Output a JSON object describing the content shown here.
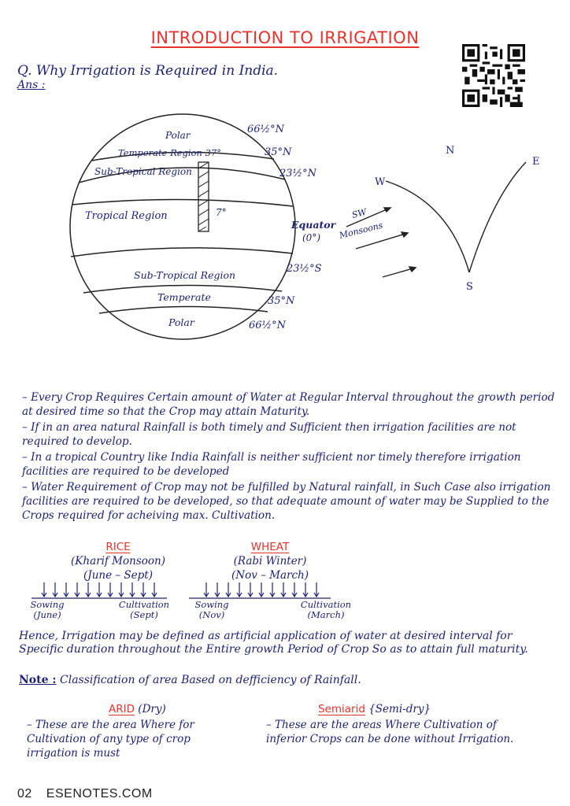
{
  "title": "INTRODUCTION TO IRRIGATION",
  "question": "Q. Why Irrigation is Required in India.",
  "answer_label": "Ans :",
  "globe": {
    "bands": [
      {
        "label": "Polar",
        "lat": "66½°N"
      },
      {
        "label": "Temperate Region 37°",
        "lat": "35°N"
      },
      {
        "label": "Sub-Tropical Region",
        "lat": "23½°N"
      },
      {
        "label": "Tropical Region",
        "lat": ""
      },
      {
        "label": "Sub-Tropical Region",
        "lat": "23½°S"
      },
      {
        "label": "Temperate",
        "lat": "35°N"
      },
      {
        "label": "Polar",
        "lat": "66½°N"
      }
    ],
    "angle_7": "7°",
    "equator": "Equator",
    "equator_deg": "(0°)",
    "monsoon_1": "SW",
    "monsoon_2": "Monsoons"
  },
  "compass": {
    "n": "N",
    "e": "E",
    "w": "W",
    "s": "S"
  },
  "bullets": [
    "– Every Crop Requires Certain amount of Water at Regular Interval throughout the growth period at desired time so that the Crop may attain Maturity.",
    "– If in an area natural Rainfall is both timely and Sufficient then irrigation facilities are not required to develop.",
    "– In a tropical Country like India Rainfall is neither sufficient nor timely therefore irrigation facilities are required to be developed",
    "– Water Requirement of Crop may not be fulfilled by Natural rainfall, in Such Case also irrigation facilities are required to be developed, so that adequate amount of water may be Supplied to the Crops required for acheiving max. Cultivation."
  ],
  "rice": {
    "name": "RICE",
    "season": "(Kharif Monsoon)",
    "months": "(June – Sept)",
    "sowing": "Sowing",
    "sowing_month": "(June)",
    "cultivation": "Cultivation",
    "cultivation_month": "(Sept)"
  },
  "wheat": {
    "name": "WHEAT",
    "season": "(Rabi Winter)",
    "months": "(Nov – March)",
    "sowing": "Sowing",
    "sowing_month": "(Nov)",
    "cultivation": "Cultivation",
    "cultivation_month": "(March)"
  },
  "definition": "Hence, Irrigation may be defined as artificial application of water at desired interval for Specific duration throughout the Entire growth Period of Crop So as to attain full maturity.",
  "note_label": "Note :",
  "note_text": "Classification of area Based on defficiency of Rainfall.",
  "arid": {
    "name": "ARID",
    "sub": "(Dry)",
    "text": "– These are the area Where for Cultivation of any type of crop irrigation is must"
  },
  "semiarid": {
    "name": "Semiarid",
    "sub": "{Semi-dry}",
    "text": "– These are the areas Where Cultivation of inferior Crops can be done without Irrigation."
  },
  "footer": {
    "page": "02",
    "site": "ESENOTES.COM"
  },
  "colors": {
    "ink": "#1e2274",
    "red": "#e3342f"
  }
}
